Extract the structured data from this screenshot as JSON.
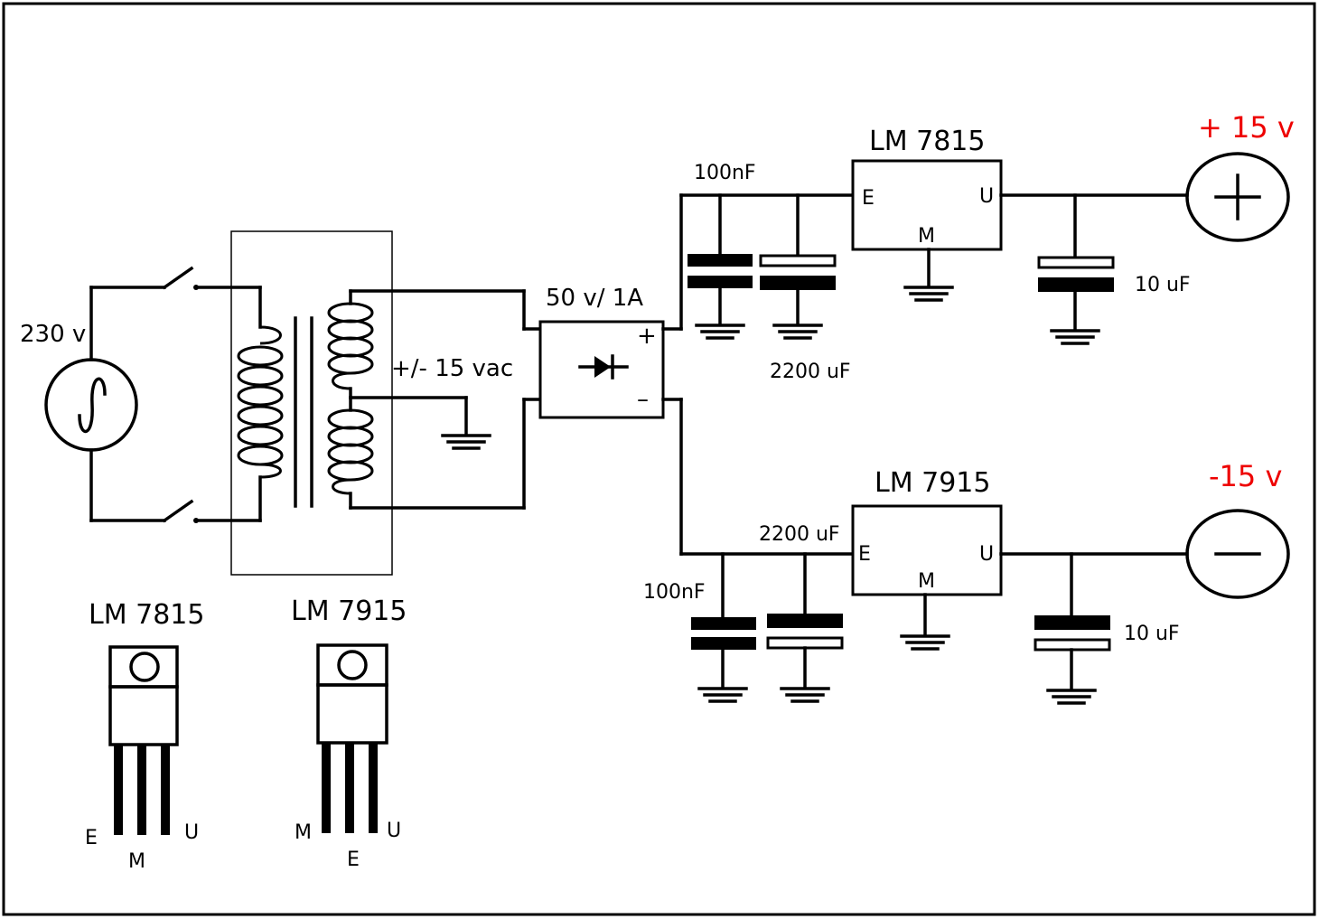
{
  "source": {
    "label": "230 v"
  },
  "transformer": {
    "secondary_label": "+/- 15 vac"
  },
  "rectifier": {
    "label": "50 v/ 1A",
    "plus": "+",
    "minus": "–"
  },
  "positive": {
    "regulator": "LM 7815",
    "pin_e": "E",
    "pin_u": "U",
    "pin_m": "M",
    "cap_small": "100nF",
    "cap_big": "2200 uF",
    "cap_out": "10 uF",
    "output": "+ 15 v"
  },
  "negative": {
    "regulator": "LM 7915",
    "pin_e": "E",
    "pin_u": "U",
    "pin_m": "M",
    "cap_big": "2200 uF",
    "cap_small": "100nF",
    "cap_out": "10 uF",
    "output": "-15 v"
  },
  "packages": [
    {
      "name": "LM 7815",
      "pins": [
        "E",
        "M",
        "U"
      ]
    },
    {
      "name": "LM 7915",
      "pins": [
        "M",
        "E",
        "U"
      ]
    }
  ],
  "colors": {
    "wire": "#000000",
    "output_label": "#ee0000"
  }
}
